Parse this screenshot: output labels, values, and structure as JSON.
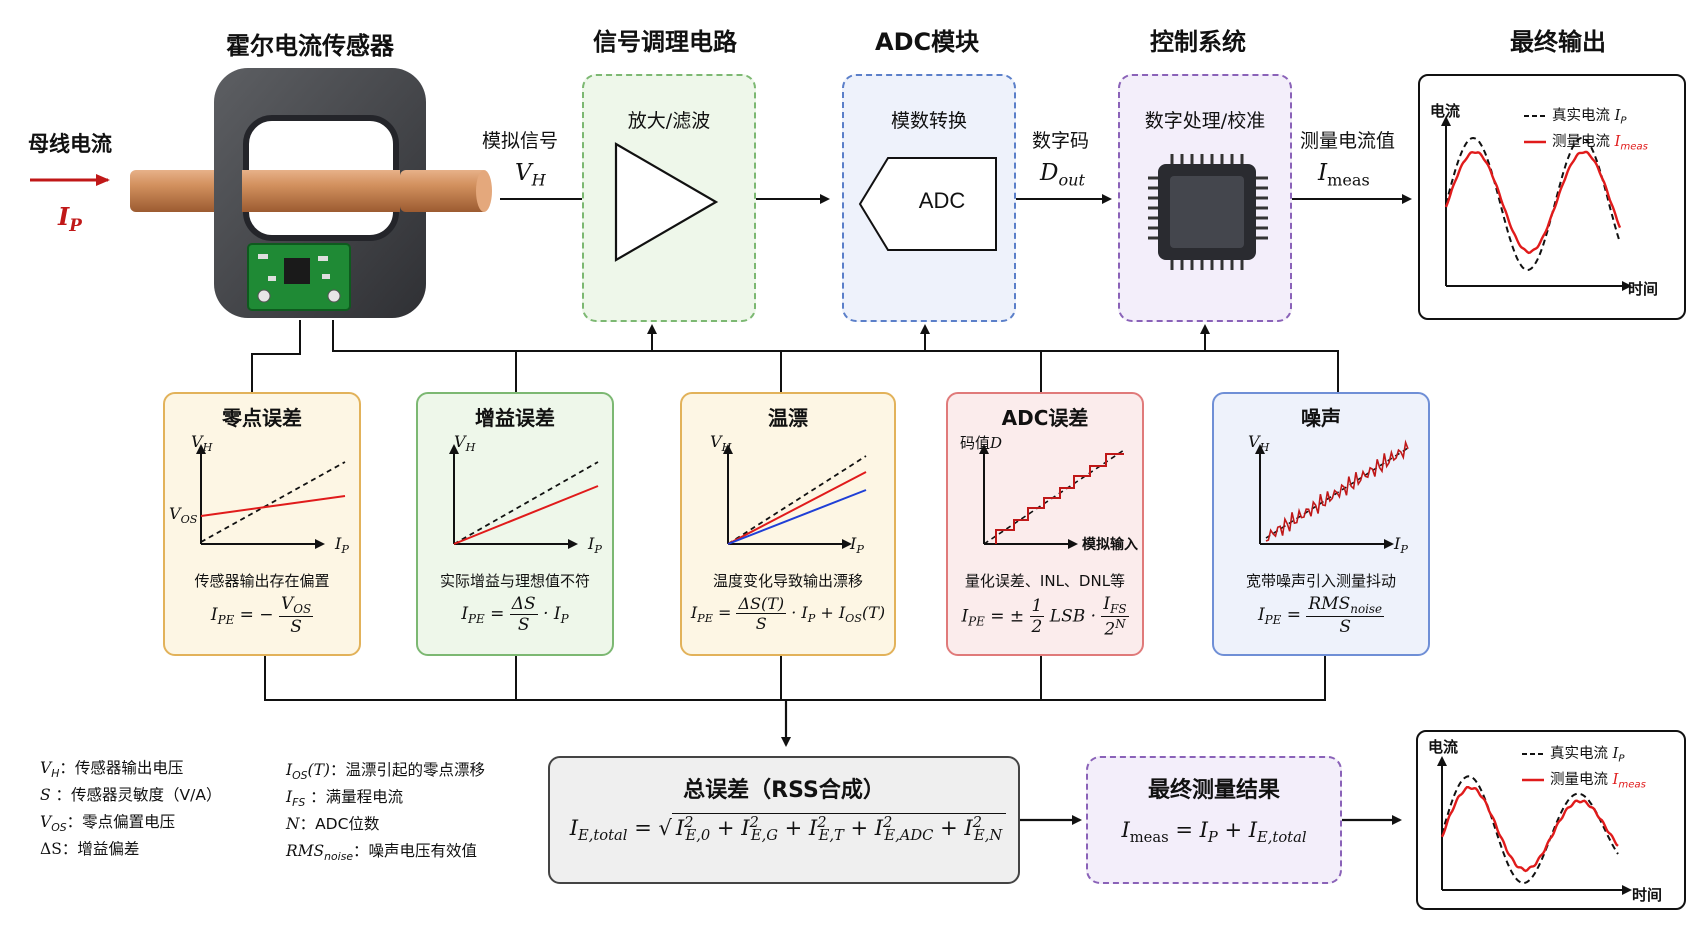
{
  "stages": {
    "sensor": "霍尔电流传感器",
    "conditioning": "信号调理电路",
    "adc": "ADC模块",
    "control": "控制系统",
    "output": "最终输出"
  },
  "busbar": {
    "label": "母线电流",
    "symbol": "I",
    "symbol_sub": "P"
  },
  "signals": {
    "analog_label": "模拟信号",
    "analog_symbol": "V",
    "analog_sub": "H",
    "digital_label": "数字码",
    "digital_symbol": "D",
    "digital_sub": "out",
    "meas_label": "测量电流值",
    "meas_symbol": "I",
    "meas_sub": "meas"
  },
  "blocks": {
    "amp_label": "放大/滤波",
    "adc_label": "模数转换",
    "adc_chip_text": "ADC",
    "mcu_label": "数字处理/校准"
  },
  "output_plot": {
    "y_label": "电流",
    "x_label": "时间",
    "legend_true": "真实电流",
    "legend_true_sym": "I",
    "legend_true_sub": "P",
    "legend_meas": "测量电流",
    "legend_meas_sym": "I",
    "legend_meas_sub": "meas"
  },
  "errors": [
    {
      "title": "零点误差",
      "desc": "传感器输出存在偏置",
      "y_axis": "V",
      "y_sub": "H",
      "x_axis": "I",
      "x_sub": "P",
      "extra": "V",
      "extra_sub": "OS"
    },
    {
      "title": "增益误差",
      "desc": "实际增益与理想值不符",
      "y_axis": "V",
      "y_sub": "H",
      "x_axis": "I",
      "x_sub": "P"
    },
    {
      "title": "温漂",
      "desc": "温度变化导致输出漂移",
      "y_axis": "V",
      "y_sub": "H",
      "x_axis": "I",
      "x_sub": "P"
    },
    {
      "title": "ADC误差",
      "desc": "量化误差、INL、DNL等",
      "y_axis": "码值",
      "y_sym": "D",
      "x_axis": "模拟输入"
    },
    {
      "title": "噪声",
      "desc": "宽带噪声引入测量抖动",
      "y_axis": "V",
      "y_sub": "H",
      "x_axis": "I",
      "x_sub": "P"
    }
  ],
  "definitions_left": [
    {
      "sym": "V",
      "sub": "H",
      "text": "：传感器输出电压"
    },
    {
      "sym": "S",
      "sub": "",
      "text": " ：传感器灵敏度（V/A）"
    },
    {
      "sym": "V",
      "sub": "OS",
      "text": "：零点偏置电压"
    },
    {
      "sym": "ΔS",
      "sub": "",
      "text": "：增益偏差"
    }
  ],
  "definitions_right": [
    {
      "sym": "I",
      "sub": "OS",
      "tail": "(T)",
      "text": "：温漂引起的零点漂移"
    },
    {
      "sym": "I",
      "sub": "FS",
      "tail": "",
      "text": " ：满量程电流"
    },
    {
      "sym": "N",
      "sub": "",
      "tail": "",
      "text": "：ADC位数"
    },
    {
      "sym": "RMS",
      "sub": "noise",
      "tail": "",
      "text": "：噪声电压有效值"
    }
  ],
  "total": {
    "title": "总误差（RSS合成）"
  },
  "final": {
    "title": "最终测量结果"
  },
  "colors": {
    "amp_border": "#7cb872",
    "amp_bg": "#eef7ea",
    "adc_border": "#5b7fc9",
    "adc_bg": "#eef2fb",
    "mcu_border": "#8a62b8",
    "mcu_bg": "#f3eefa",
    "zero_border": "#e2b25a",
    "zero_bg": "#fdf6e4",
    "gain_border": "#7cb872",
    "gain_bg": "#eef7ea",
    "drift_border": "#e2b25a",
    "drift_bg": "#fdf6e4",
    "adcerr_border": "#e07a7a",
    "adcerr_bg": "#fbecec",
    "noise_border": "#6f8fd6",
    "noise_bg": "#eef2fb",
    "total_border": "#444444",
    "total_bg": "#efefef",
    "final_border": "#8a62b8",
    "final_bg": "#f3eefa",
    "red": "#e01b1b",
    "blue": "#1f3fd6",
    "copper": "#c98453"
  }
}
